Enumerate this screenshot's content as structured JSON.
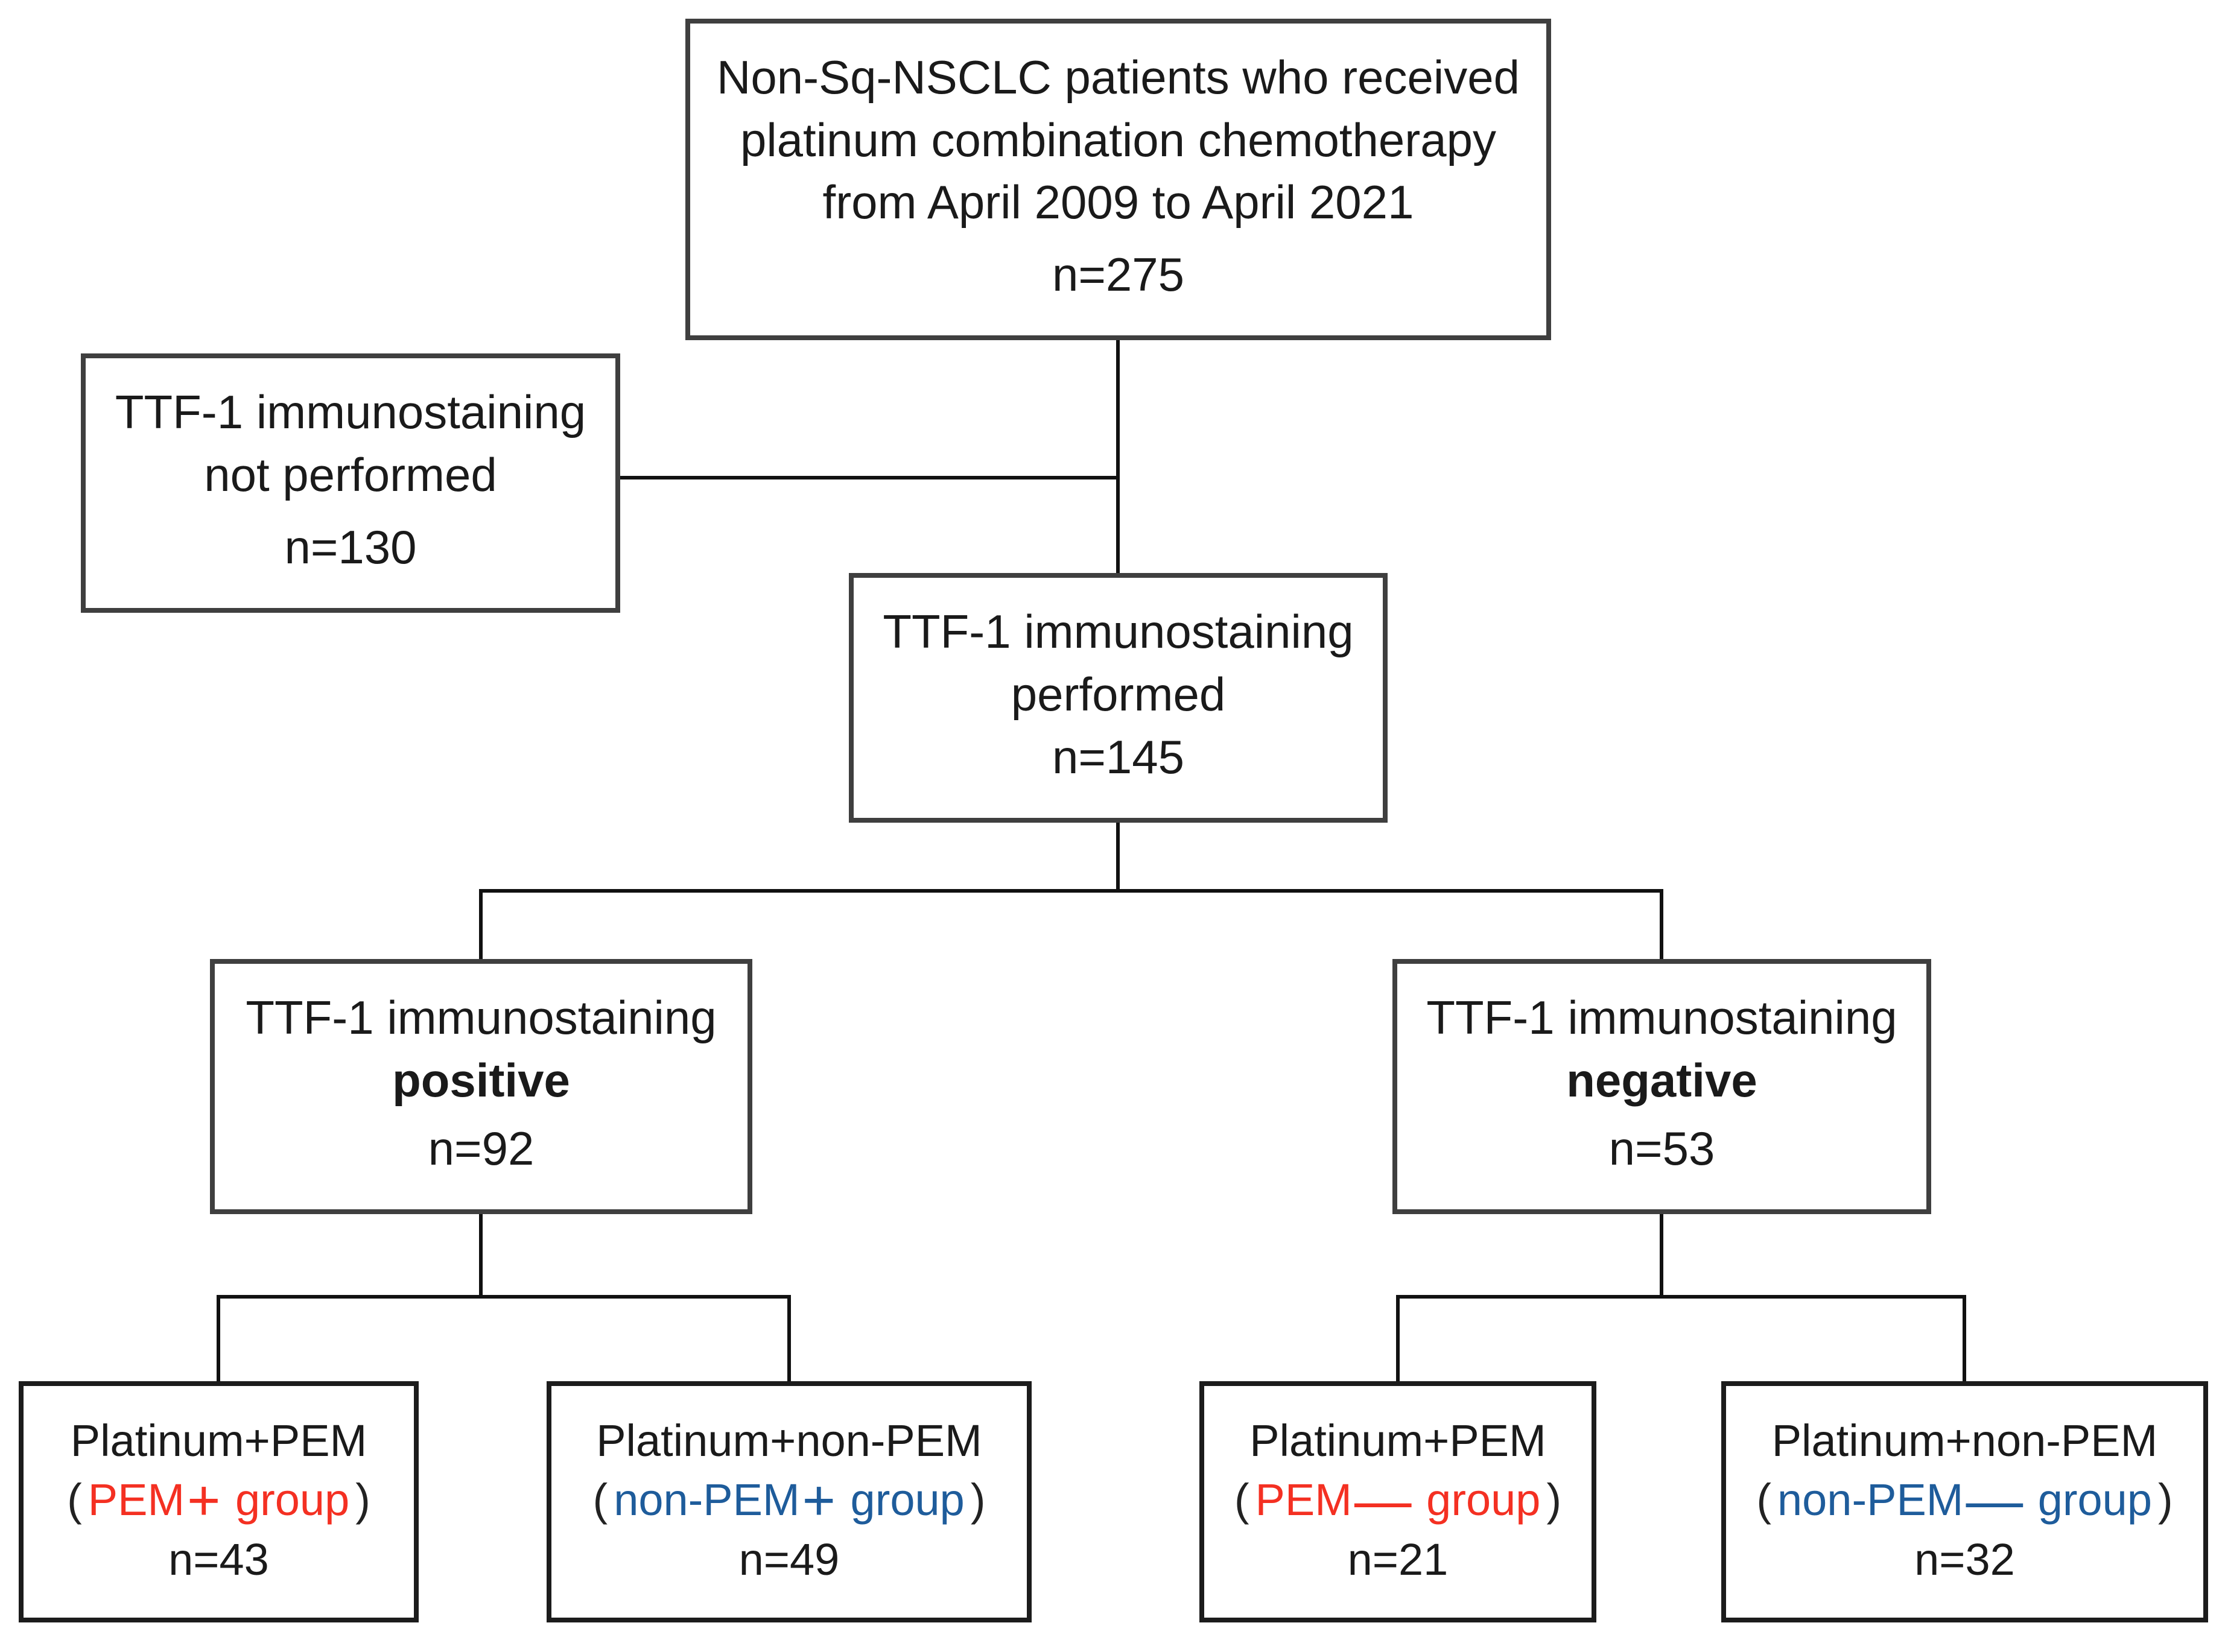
{
  "colors": {
    "red": "#f43022",
    "blue": "#1e5c9b",
    "line": "#111111",
    "box_border": "#3f3f3f",
    "leaf_border": "#1c1c1c",
    "text": "#1a1a1a"
  },
  "flow": {
    "root": {
      "line1": "Non-Sq-NSCLC patients who received",
      "line2": "platinum combination chemotherapy",
      "line3": "from April 2009 to April 2021",
      "n": "n=275"
    },
    "not_performed": {
      "line1": "TTF-1 immunostaining",
      "line2": "not performed",
      "n": "n=130"
    },
    "performed": {
      "line1": "TTF-1 immunostaining",
      "line2": "performed",
      "n": "n=145"
    },
    "positive": {
      "line1": "TTF-1 immunostaining",
      "line2": "positive",
      "n": "n=92"
    },
    "negative": {
      "line1": "TTF-1 immunostaining",
      "line2": "negative",
      "n": "n=53"
    },
    "leaves": [
      {
        "title": "Platinum+PEM",
        "open": "(",
        "group_pre": "PEM",
        "sign": "+",
        "group_post": " group",
        "close": ")",
        "n": "n=43"
      },
      {
        "title": "Platinum+non-PEM",
        "open": "(",
        "group_pre": "non-PEM",
        "sign": "+",
        "group_post": " group",
        "close": ")",
        "n": "n=49"
      },
      {
        "title": "Platinum+PEM",
        "open": "(",
        "group_pre": "PEM",
        "sign": "—",
        "group_post": " group",
        "close": ")",
        "n": "n=21"
      },
      {
        "title": "Platinum+non-PEM",
        "open": "(",
        "group_pre": "non-PEM",
        "sign": "—",
        "group_post": " group",
        "close": ")",
        "n": "n=32"
      }
    ]
  }
}
